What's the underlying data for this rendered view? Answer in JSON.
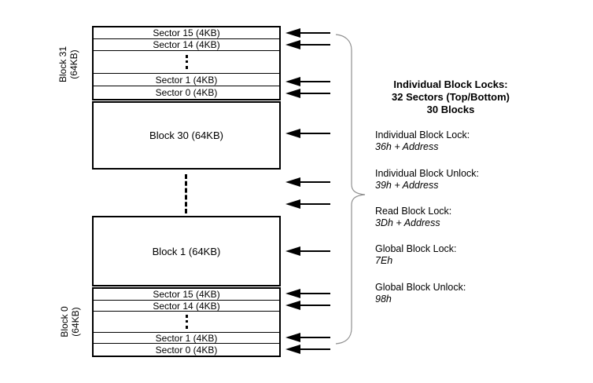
{
  "colors": {
    "line": "#000000",
    "text": "#000000",
    "brace": "#909090",
    "background": "#ffffff"
  },
  "memory_map": {
    "block31": {
      "name": "Block 31",
      "size": "(64KB)",
      "sectors": [
        "Sector 15 (4KB)",
        "Sector 14 (4KB)",
        "Sector 1 (4KB)",
        "Sector 0 (4KB)"
      ]
    },
    "block30": {
      "label": "Block 30 (64KB)"
    },
    "block1": {
      "label": "Block 1 (64KB)"
    },
    "block0": {
      "name": "Block 0",
      "size": "(64KB)",
      "sectors": [
        "Sector 15 (4KB)",
        "Sector 14 (4KB)",
        "Sector 1 (4KB)",
        "Sector 0 (4KB)"
      ]
    }
  },
  "legend": {
    "heading_lines": [
      "Individual Block Locks:",
      "32 Sectors (Top/Bottom)",
      "30 Blocks"
    ],
    "commands": [
      {
        "label": "Individual Block Lock:",
        "code": "36h + Address"
      },
      {
        "label": "Individual Block Unlock:",
        "code": "39h + Address"
      },
      {
        "label": "Read Block Lock:",
        "code": "3Dh + Address"
      },
      {
        "label": "Global Block Lock:",
        "code": "7Eh"
      },
      {
        "label": "Global Block Unlock:",
        "code": "98h"
      }
    ]
  },
  "icons": {
    "left-arrow-icon": "◄—",
    "curly-brace-icon": "}"
  }
}
